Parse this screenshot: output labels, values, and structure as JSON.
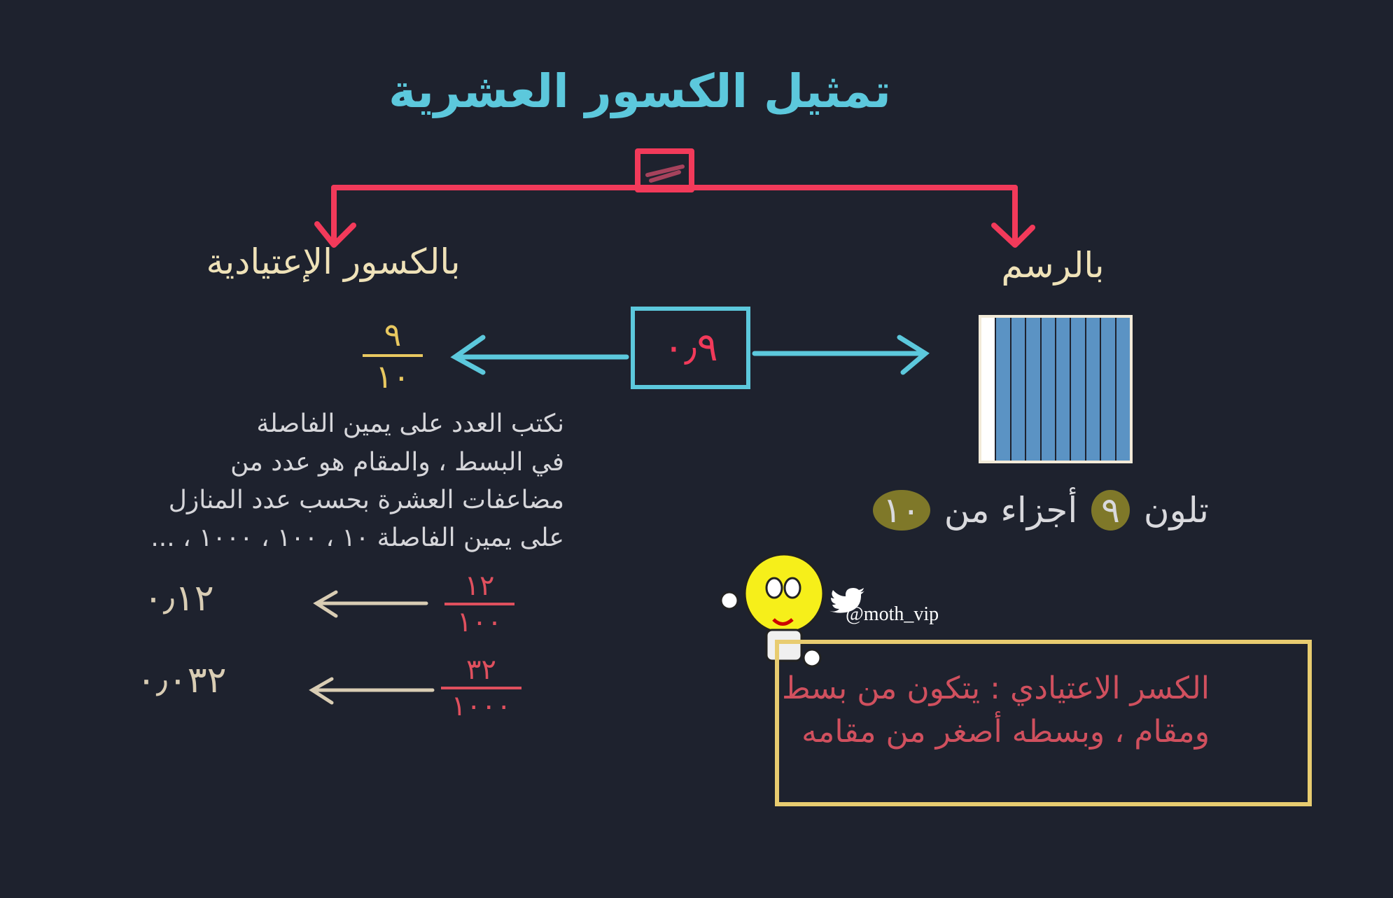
{
  "title": "تمثيل الكسور العشرية",
  "branches": {
    "left_heading": "بالكسور الإعتيادية",
    "right_heading": "بالرسم"
  },
  "center_decimal": "٠٫٩",
  "fraction": {
    "numerator": "٩",
    "denominator": "١٠"
  },
  "grid": {
    "total_parts": 10,
    "colored_parts": 9
  },
  "grid_caption": {
    "prefix": "تلون",
    "colored": "٩",
    "middle": "أجزاء من",
    "total": "١٠"
  },
  "explanation": [
    "نكتب العدد على يمين الفاصلة",
    "في البسط ، والمقام هو عدد من",
    "مضاعفات العشرة بحسب عدد المنازل",
    "على يمين الفاصلة ١٠ ، ١٠٠ ، ١٠٠٠ ، ..."
  ],
  "examples": [
    {
      "decimal": "٠٫١٢",
      "numerator": "١٢",
      "denominator": "١٠٠"
    },
    {
      "decimal": "٠٫٠٣٢",
      "numerator": "٣٢",
      "denominator": "١٠٠٠"
    }
  ],
  "note": {
    "line1": "الكسر الاعتيادي : يتكون من بسط",
    "line2": "ومقام ، وبسطه أصغر من مقامه"
  },
  "handle": "@moth_vip",
  "colors": {
    "title": "#5cc8dc",
    "bracket": "#f23a5a",
    "heading": "#efe2b8",
    "fraction": "#e8c860",
    "grid_blue": "#5b93c4",
    "box": "#e8cc70",
    "note": "#d0505e"
  }
}
